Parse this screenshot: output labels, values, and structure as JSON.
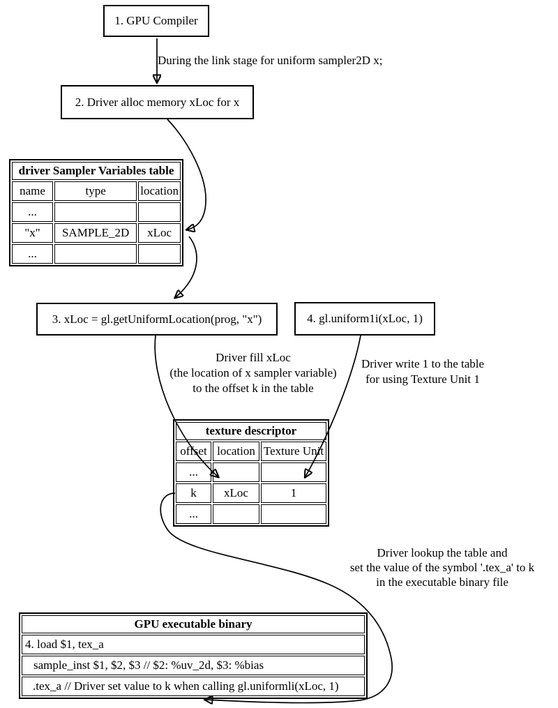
{
  "nodes": {
    "box1": {
      "label": "1. GPU Compiler"
    },
    "box2": {
      "label": "2. Driver alloc memory xLoc for x"
    },
    "box3": {
      "label": "3. xLoc = gl.getUniformLocation(prog, \"x\")"
    },
    "box4": {
      "label": "4. gl.uniform1i(xLoc, 1)"
    }
  },
  "annotations": {
    "link_stage": "During the link stage for uniform sampler2D x;",
    "fill_xloc": [
      "Driver fill xLoc",
      "(the location of x sampler variable)",
      "to the offset k in the table"
    ],
    "write_one": [
      "Driver write 1 to the table",
      "for using Texture Unit 1"
    ],
    "lookup": [
      "Driver lookup the table and",
      "set the value of the symbol '.tex_a' to k",
      "in the executable binary file"
    ]
  },
  "sampler_table": {
    "title": "driver Sampler Variables table",
    "headers": [
      "name",
      "type",
      "location"
    ],
    "rows": [
      [
        "...",
        "",
        ""
      ],
      [
        "\"x\"",
        "SAMPLE_2D",
        "xLoc"
      ],
      [
        "...",
        "",
        ""
      ]
    ]
  },
  "texture_table": {
    "title": "texture descriptor",
    "headers": [
      "offset",
      "location",
      "Texture Unit"
    ],
    "rows": [
      [
        "...",
        "",
        ""
      ],
      [
        "k",
        "xLoc",
        "1"
      ],
      [
        "...",
        "",
        ""
      ]
    ]
  },
  "binary_table": {
    "title": "GPU executable binary",
    "rows": [
      "4. load $1, tex_a",
      "sample_inst $1, $2, $3 // $2: %uv_2d, $3: %bias",
      ".tex_a // Driver set value to k when calling gl.uniformli(xLoc, 1)"
    ]
  },
  "colors": {
    "line": "#000000",
    "background": "#ffffff"
  }
}
